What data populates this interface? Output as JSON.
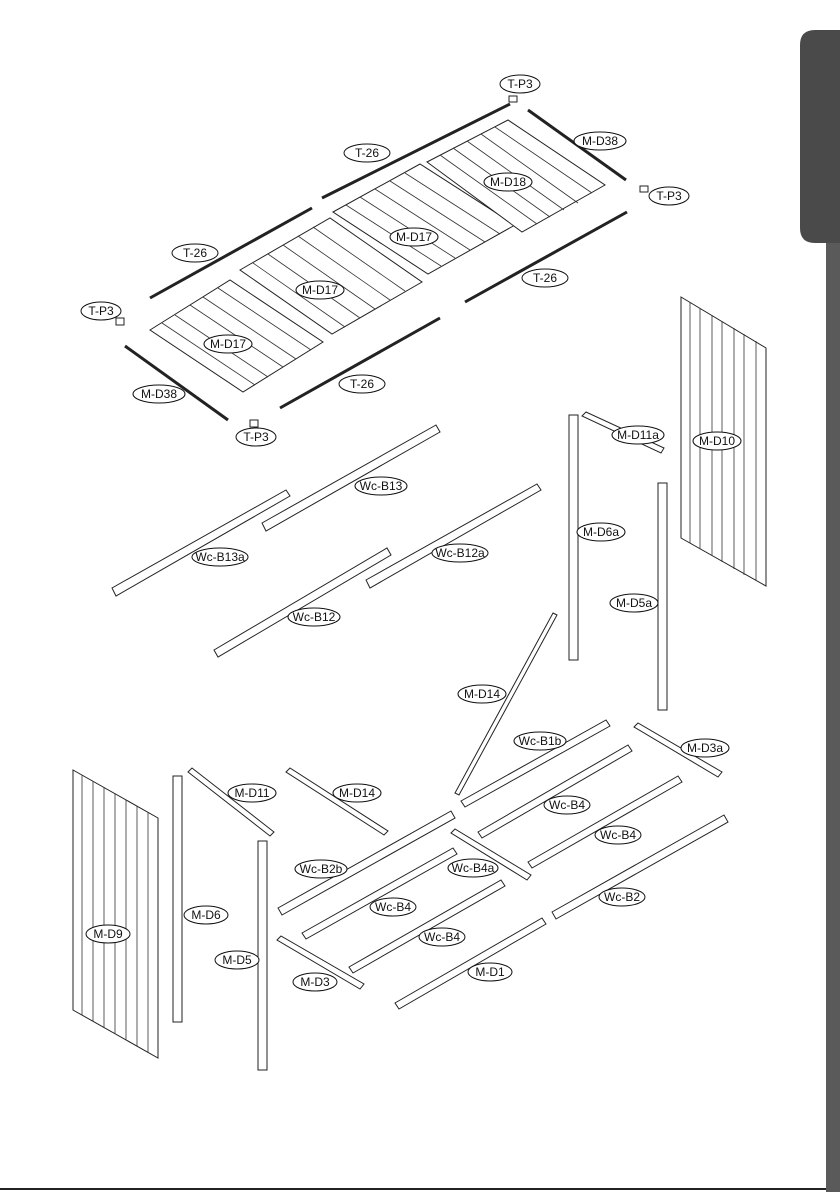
{
  "labels": {
    "tp3_top": "T-P3",
    "md38_top": "M-D38",
    "tp3_right": "T-P3",
    "t26_top": "T-26",
    "md18": "M-D18",
    "md17_a": "M-D17",
    "t26_left": "T-26",
    "t26_right": "T-26",
    "md17_b": "M-D17",
    "tp3_left": "T-P3",
    "md17_c": "M-D17",
    "md38_bottom": "M-D38",
    "t26_bottom": "T-26",
    "tp3_bottom": "T-P3",
    "md11a": "M-D11a",
    "md10": "M-D10",
    "wcb13": "Wc-B13",
    "md6a": "M-D6a",
    "wcb13a": "Wc-B13a",
    "wcb12a": "Wc-B12a",
    "md5a": "M-D5a",
    "wcb12": "Wc-B12",
    "md14_upper": "M-D14",
    "wcb1b": "Wc-B1b",
    "md3a": "M-D3a",
    "md11": "M-D11",
    "md14_lower": "M-D14",
    "wcb4_a": "Wc-B4",
    "wcb4_b": "Wc-B4",
    "wcb2b": "Wc-B2b",
    "wcb4a": "Wc-B4a",
    "wcb2": "Wc-B2",
    "md6": "M-D6",
    "wcb4_c": "Wc-B4",
    "md9": "M-D9",
    "wcb4_d": "Wc-B4",
    "md5": "M-D5",
    "md1": "M-D1",
    "md3": "M-D3"
  },
  "colors": {
    "ink": "#222222",
    "tab": "#4a4a4a",
    "paper": "#ffffff"
  }
}
